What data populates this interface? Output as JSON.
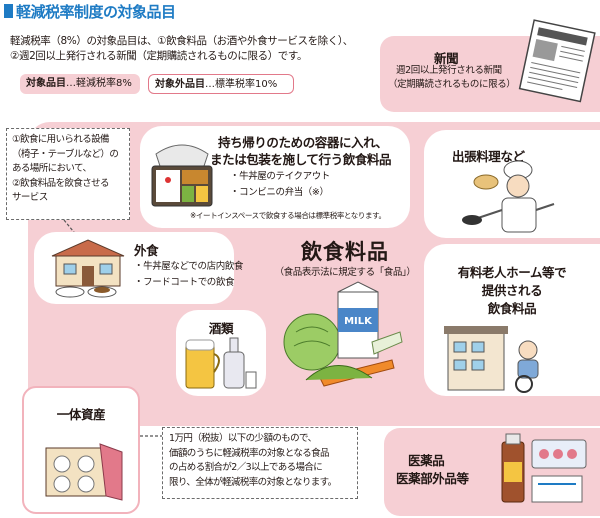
{
  "title": "軽減税率制度の対象品目",
  "intro": {
    "line1": "軽減税率（8%）の対象品目は、①飲食料品（お酒や外食サービスを除く）、",
    "line2": "②週2回以上発行される新聞（定期購読されるものに限る）です。"
  },
  "tags": {
    "target_label": "対象品目",
    "target_rate": "…軽減税率8%",
    "nontarget_label": "対象外品目",
    "nontarget_rate": "…標準税率10%"
  },
  "newspaper": {
    "title": "新聞",
    "line1": "週2回以上発行される新聞",
    "line2": "（定期購読されるものに限る）"
  },
  "note_dining": {
    "lines": [
      "①飲食に用いられる設備",
      "（椅子・テーブルなど）の",
      "ある場所において、",
      "②飲食料品を飲食させる",
      "サービス"
    ]
  },
  "takeout": {
    "title1": "持ち帰りのための容器に入れ、",
    "title2": "または包装を施して行う飲食料品",
    "item1": "・牛丼屋のテイクアウト",
    "item2": "・コンビニの弁当（※）",
    "footnote": "※イートインスペースで飲食する場合は標準税率となります。"
  },
  "catering": {
    "title": "出張料理など"
  },
  "dining_out": {
    "title": "外食",
    "item1": "・牛丼屋などでの店内飲食",
    "item2": "・フードコートでの飲食"
  },
  "food": {
    "title": "飲食料品",
    "subtitle": "（食品表示法に規定する「食品」）"
  },
  "nursing": {
    "line1": "有料老人ホーム等で",
    "line2": "提供される",
    "line3": "飲食料品"
  },
  "alcohol": {
    "title": "酒類"
  },
  "milk_label": "MILK",
  "bundle": {
    "title": "一体資産"
  },
  "note_bundle": {
    "lines": [
      "1万円（税抜）以下の少額のもので、",
      "価額のうちに軽減税率の対象となる食品",
      "の占める割合が2／3以上である場合に",
      "限り、全体が軽減税率の対象となります。"
    ]
  },
  "pharma": {
    "line1": "医薬品",
    "line2": "医薬部外品等"
  },
  "colors": {
    "title_blue": "#1e7bc4",
    "pink_bg": "#f6cfd4",
    "pink_border": "#e2798a"
  }
}
